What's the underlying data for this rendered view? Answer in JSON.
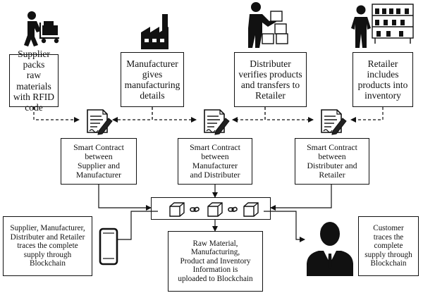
{
  "stages": [
    {
      "id": "supplier",
      "text": "Supplier packs\nraw materials\nwith RFID\ncode",
      "icon": "worker-with-cart-icon"
    },
    {
      "id": "manufacturer",
      "text": "Manufacturer\ngives\nmanufacturing\ndetails",
      "icon": "factory-icon"
    },
    {
      "id": "distributer",
      "text": "Distributer\nverifies products\nand transfers to\nRetailer",
      "icon": "worker-with-boxes-icon"
    },
    {
      "id": "retailer",
      "text": "Retailer\nincludes\nproducts into\ninventory",
      "icon": "retailer-with-shelf-icon"
    }
  ],
  "contracts": [
    {
      "text": "Smart Contract\nbetween\nSupplier and\nManufacturer",
      "icon": "contract-document-icon"
    },
    {
      "text": "Smart Contract\nbetween\nManufacturer\nand Distributer",
      "icon": "contract-document-icon"
    },
    {
      "text": "Smart Contract\nbetween\nDistributer and\nRetailer",
      "icon": "contract-document-icon"
    }
  ],
  "blockchain": {
    "icon": "blockchain-blocks-icon"
  },
  "bottom": {
    "traces": "Supplier, Manufacturer,\nDistributer and Retailer\ntraces the complete\nsupply through\nBlockchain",
    "uploaded": "Raw Material,\nManufacturing,\nProduct and Inventory\nInformation is\nuploaded to Blockchain",
    "customer": "Customer\ntraces the\ncomplete\nsupply through\nBlockchain",
    "phone_icon": "smartphone-icon",
    "customer_icon": "customer-icon"
  }
}
